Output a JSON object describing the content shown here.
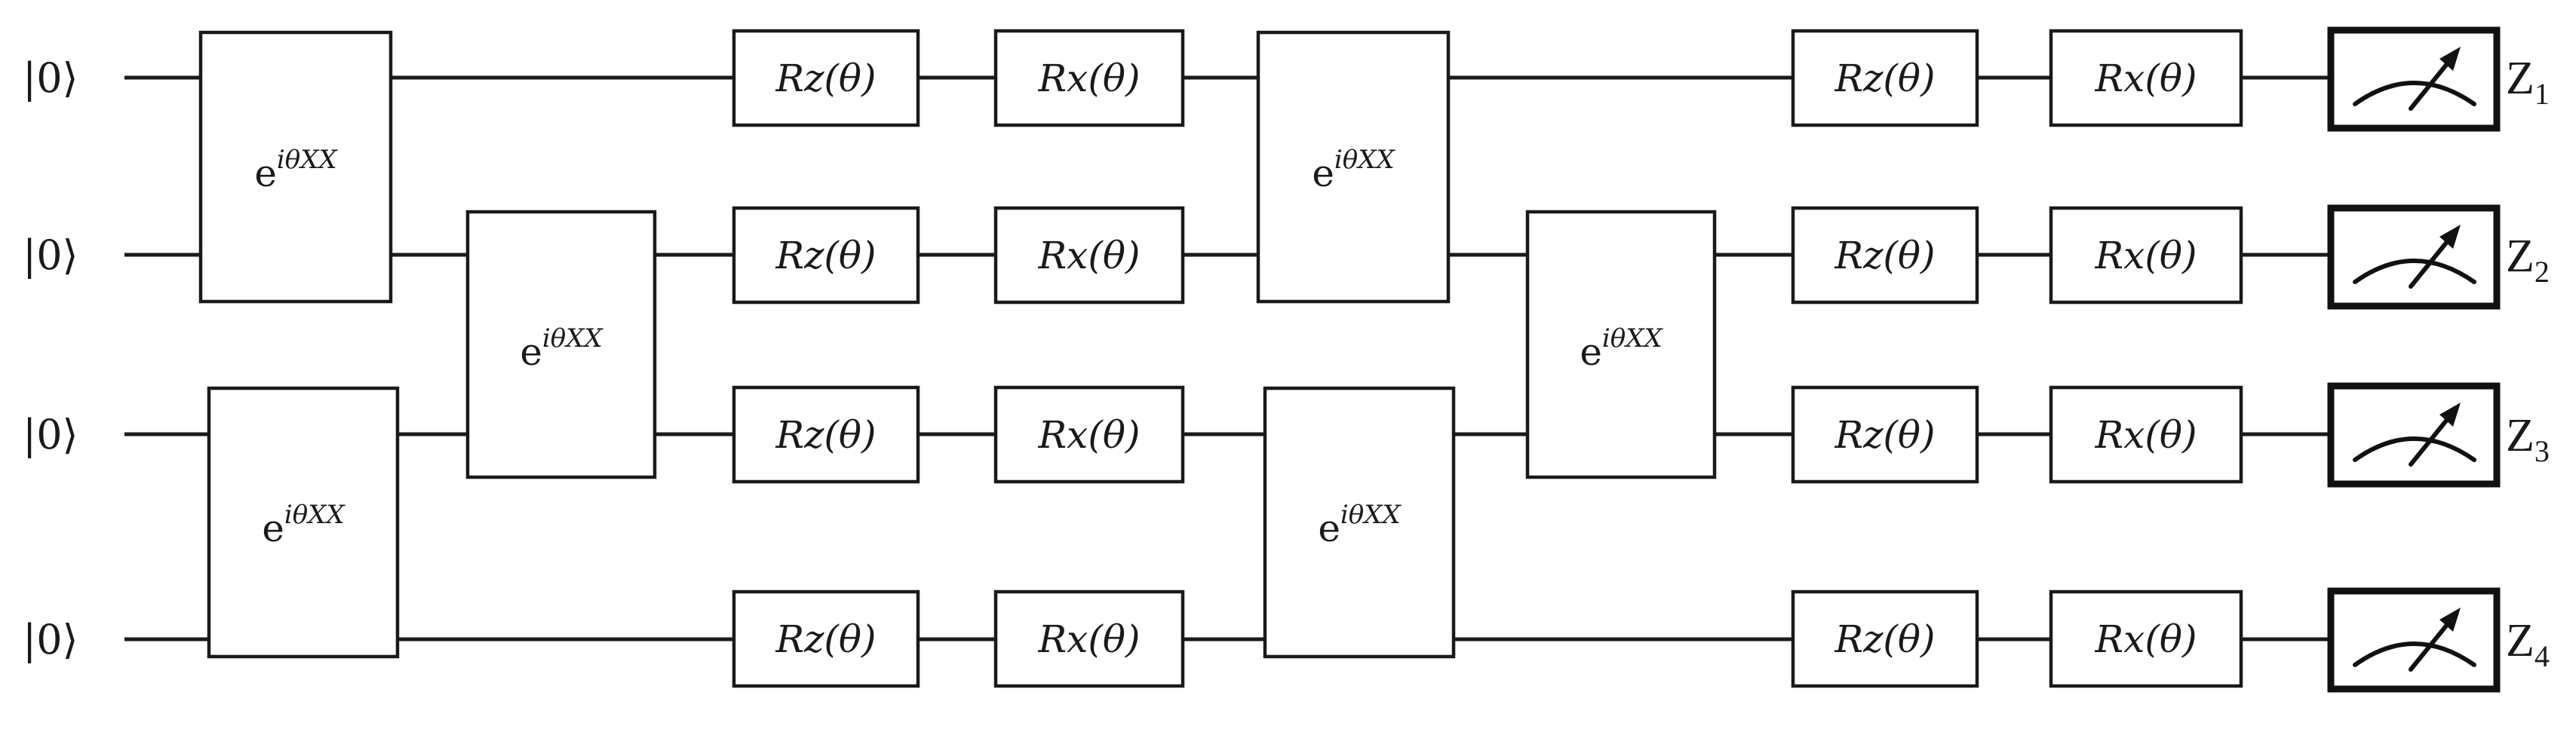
{
  "inputs": [
    "|0⟩",
    "|0⟩",
    "|0⟩",
    "|0⟩"
  ],
  "entangler_label": {
    "base": "e",
    "sup": "iθXX"
  },
  "rz_label": "Rz(θ)",
  "rx_label": "Rx(θ)",
  "outputs": [
    {
      "letter": "Z",
      "sub": "1"
    },
    {
      "letter": "Z",
      "sub": "2"
    },
    {
      "letter": "Z",
      "sub": "3"
    },
    {
      "letter": "Z",
      "sub": "4"
    }
  ],
  "meter_icon": "measurement-meter-icon",
  "colors": {
    "ink": "#1a1a1a",
    "background": "#ffffff"
  }
}
